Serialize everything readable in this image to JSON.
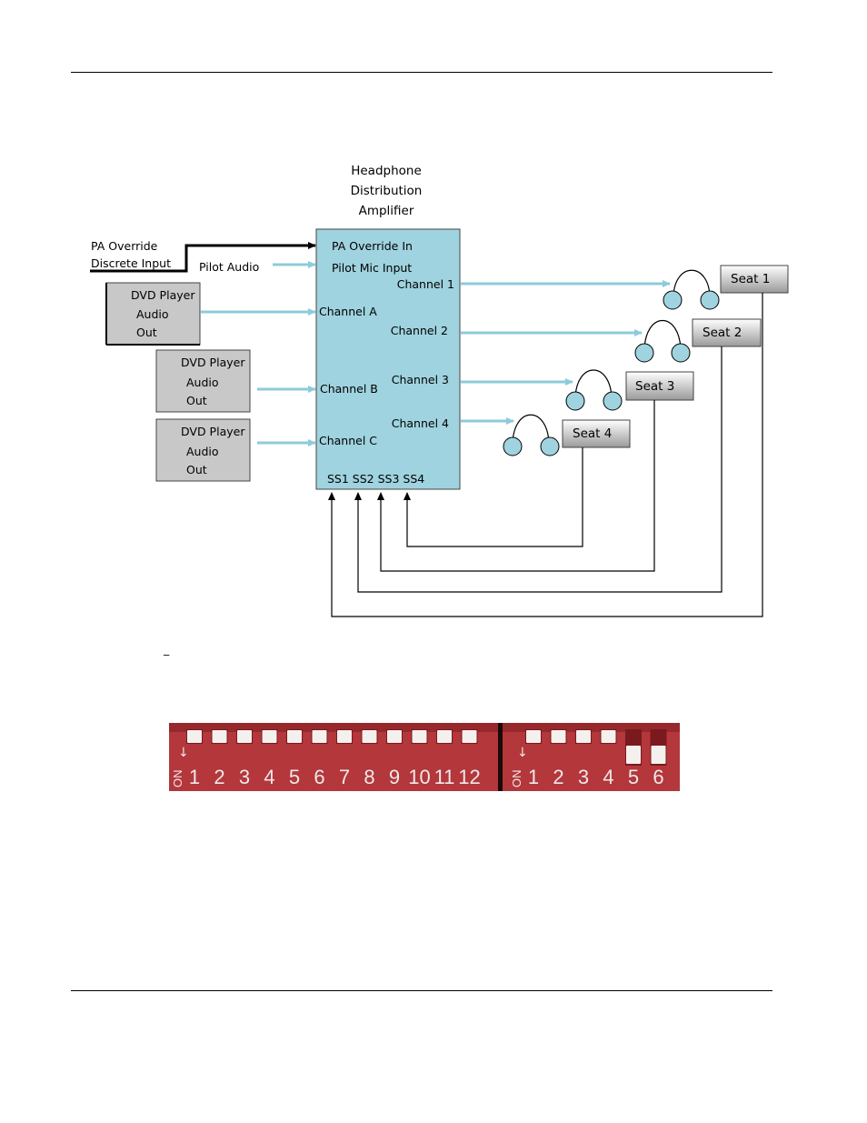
{
  "amplifier": {
    "title_lines": [
      "Headphone",
      "Distribution",
      "Amplifier"
    ],
    "inputs": {
      "pa_override": "PA Override In",
      "pilot_mic": "Pilot Mic Input",
      "channel_a": "Channel A",
      "channel_b": "Channel B",
      "channel_c": "Channel C"
    },
    "outputs": [
      "Channel 1",
      "Channel 2",
      "Channel 3",
      "Channel 4"
    ],
    "seat_selects": "SS1 SS2 SS3 SS4"
  },
  "sources": {
    "pa_override_lines": [
      "PA Override",
      "Discrete Input"
    ],
    "pilot_audio": "Pilot Audio",
    "dvd_players": [
      {
        "lines": [
          "DVD Player",
          "Audio",
          "Out"
        ]
      },
      {
        "lines": [
          "DVD Player",
          "Audio",
          "Out"
        ]
      },
      {
        "lines": [
          "DVD Player",
          "Audio",
          "Out"
        ]
      }
    ]
  },
  "seats": [
    "Seat 1",
    "Seat 2",
    "Seat 3",
    "Seat 4"
  ],
  "caption_mark": "_",
  "dip_switches": {
    "bank1": {
      "on_label": "ON",
      "numbers": [
        "1",
        "2",
        "3",
        "4",
        "5",
        "6",
        "7",
        "8",
        "9",
        "10",
        "11",
        "12"
      ]
    },
    "bank2": {
      "on_label": "ON",
      "numbers": [
        "1",
        "2",
        "3",
        "4",
        "5",
        "6"
      ]
    }
  },
  "colors": {
    "amp_fill": "#9fd3df",
    "signal_line": "#8ccbdc",
    "dvd_fill": "#c8c8c8",
    "switch_red": "#b3373b"
  }
}
